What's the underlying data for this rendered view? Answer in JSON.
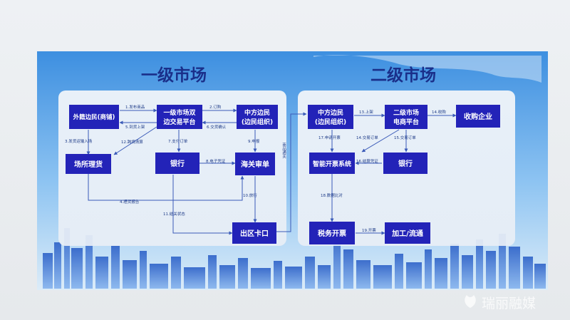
{
  "titles": {
    "primary": "一级市场",
    "secondary": "二级市场"
  },
  "nodes": {
    "foreign_trader": "外籍边民(商铺)",
    "primary_platform_l1": "一级市场双",
    "primary_platform_l2": "边交易平台",
    "cn_border_org_l1": "中方边民",
    "cn_border_org_l2": "(边民组织)",
    "venue_tally": "场所理货",
    "bank_primary": "银行",
    "customs_review": "海关审单",
    "exit_checkpoint": "出区卡口",
    "cn_border_org2_l1": "中方边民",
    "cn_border_org2_l2": "(边民组织)",
    "ecommerce_l1": "二级市场",
    "ecommerce_l2": "电商平台",
    "purchaser": "收购企业",
    "smart_invoice": "智能开票系统",
    "bank_secondary": "银行",
    "tax_invoice": "税务开票",
    "processing": "加工/流通"
  },
  "edge_labels": {
    "e1": "1.发布商品",
    "e2": "2.订购",
    "e3": "3.发货运输入场",
    "e4": "4.理货报告",
    "e5": "5.到货上架",
    "e6": "6.交货确认",
    "e7": "7.支付订单",
    "e8": "8.电子凭证",
    "e9": "9.申报",
    "e10": "10.放行",
    "e11": "11.结关状态",
    "e12": "12.跨境清算",
    "e13": "13.上架",
    "e14": "14.收购",
    "e14b": "14.交易订单",
    "e15": "15.交易订单",
    "e16": "16.结算凭证",
    "e17": "17.申请开票",
    "e18": "18.数据比对",
    "e19": "19.开票",
    "customs_clearance": "商品通关"
  },
  "watermark": "瑞丽融媒",
  "colors": {
    "node": "#2323b8",
    "title": "#1a2f8a",
    "arrow": "#3a5ab8",
    "label": "#1f3c88"
  }
}
